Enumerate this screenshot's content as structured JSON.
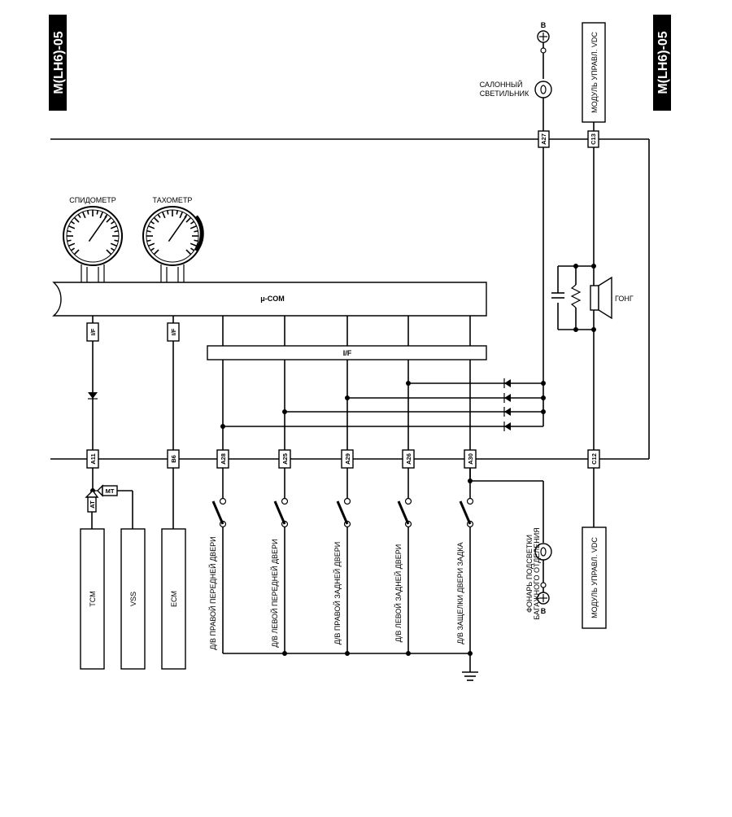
{
  "page_tag": "M(LH6)-05",
  "micro_com": "μ-COM",
  "interface": "I/F",
  "gauges": {
    "speedometer": "СПИДОМЕТР",
    "tachometer": "ТАХОМЕТР"
  },
  "top": {
    "battery_top": "B",
    "room_lamp": [
      "САЛОННЫЙ",
      "СВЕТИЛЬНИК"
    ],
    "vdc_top": "МОДУЛЬ УПРАВЛ. VDC"
  },
  "chime": "ГОНГ",
  "connectors": {
    "a27": "A27",
    "c13": "C13",
    "if1": "I/F",
    "if2": "I/F",
    "a11": "A11",
    "b6": "B6",
    "a28": "A28",
    "a25": "A25",
    "a29": "A29",
    "a26": "A26",
    "a30": "A30",
    "c12": "C12"
  },
  "modules": {
    "tcm": "TCM",
    "vss": "VSS",
    "ecm": "ECM",
    "at": "AT",
    "mt": "MT"
  },
  "switches": {
    "rf": "Д/В ПРАВОЙ ПЕРЕДНЕЙ ДВЕРИ",
    "lf": "Д/В ЛЕВОЙ ПЕРЕДНЕЙ ДВЕРИ",
    "rr": "Д/В ПРАВОЙ ЗАДНЕЙ ДВЕРИ",
    "lr": "Д/В ЛЕВОЙ ЗАДНЕЙ ДВЕРИ",
    "rear_gate": "Д/В ЗАЩЕЛКИ ДВЕРИ ЗАДКА"
  },
  "bottom": {
    "luggage_lamp": [
      "ФОНАРЬ ПОДСВЕТКИ",
      "БАГАЖНОГО ОТДЕЛЕНИЯ"
    ],
    "battery_bottom": "B",
    "vdc_bottom": "МОДУЛЬ УПРАВЛ. VDC"
  }
}
